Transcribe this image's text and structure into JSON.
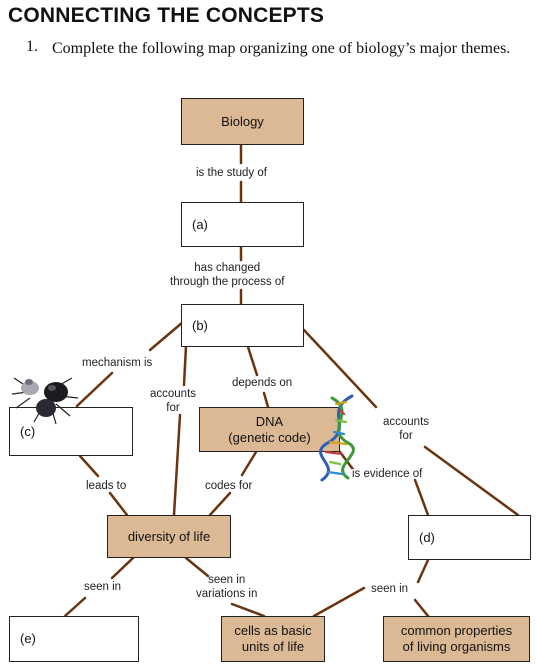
{
  "header": {
    "title": "CONNECTING THE CONCEPTS",
    "question_number": "1.",
    "question_text": "Complete the following map organizing one of biology’s major themes."
  },
  "nodes": {
    "biology": "Biology",
    "a": "(a)",
    "b": "(b)",
    "c": "(c)",
    "dna_line1": "DNA",
    "dna_line2": "(genetic code)",
    "diversity": "diversity of life",
    "d": "(d)",
    "e": "(e)",
    "cells_line1": "cells as basic",
    "cells_line2": "units of life",
    "common_line1": "common properties",
    "common_line2": "of living organisms"
  },
  "links": {
    "study": "is the study of",
    "changed_line1": "has changed",
    "changed_line2": "through the process of",
    "mechanism": "mechanism is",
    "accounts1_line1": "accounts",
    "accounts1_line2": "for",
    "depends": "depends on",
    "accounts2_line1": "accounts",
    "accounts2_line2": "for",
    "evidence": "is evidence of",
    "leads": "leads to",
    "codes": "codes for",
    "seen1": "seen in",
    "seen2_line1": "seen in",
    "seen2_line2": "variations in",
    "seen3": "seen in"
  },
  "colors": {
    "tan_node": "#dcb995",
    "connector": "#6b3410"
  }
}
